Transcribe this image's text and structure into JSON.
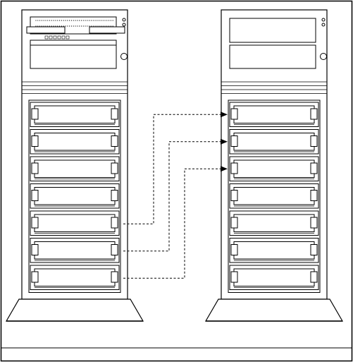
{
  "figure": {
    "kind": "line-art hardware diagram",
    "towers": [
      {
        "id": "left-tower",
        "front": "populated",
        "bays": 7
      },
      {
        "id": "right-tower",
        "front": "blank",
        "bays": 7
      }
    ],
    "moves": [
      {
        "from_bay": 5,
        "to_bay": 1
      },
      {
        "from_bay": 6,
        "to_bay": 2
      },
      {
        "from_bay": 7,
        "to_bay": 3
      }
    ]
  },
  "colors": {
    "line": "#000000",
    "background": "#ffffff"
  }
}
